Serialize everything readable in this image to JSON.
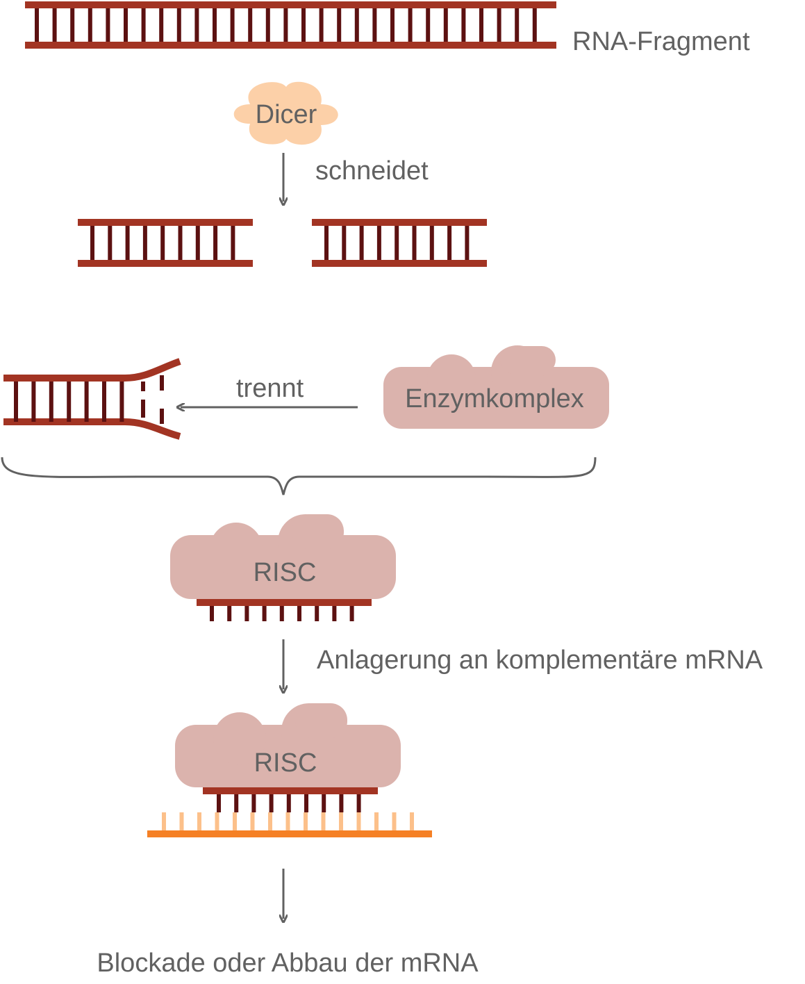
{
  "labels": {
    "rna_fragment": "RNA-Fragment",
    "dicer": "Dicer",
    "cuts": "schneidet",
    "separates": "trennt",
    "enzyme_complex": "Enzymkomplex",
    "risc_1": "RISC",
    "binding": "Anlagerung an komplementäre mRNA",
    "risc_2": "RISC",
    "result": "Blockade oder Abbau der mRNA"
  },
  "colors": {
    "strand": "#a23423",
    "rung": "#5c1111",
    "dicer_fill": "#fcd0a8",
    "cloud_fill": "#dbb3ad",
    "mrna_backbone": "#f58025",
    "mrna_rung": "#fcc08a",
    "arrow": "#616161",
    "text": "#616161"
  }
}
